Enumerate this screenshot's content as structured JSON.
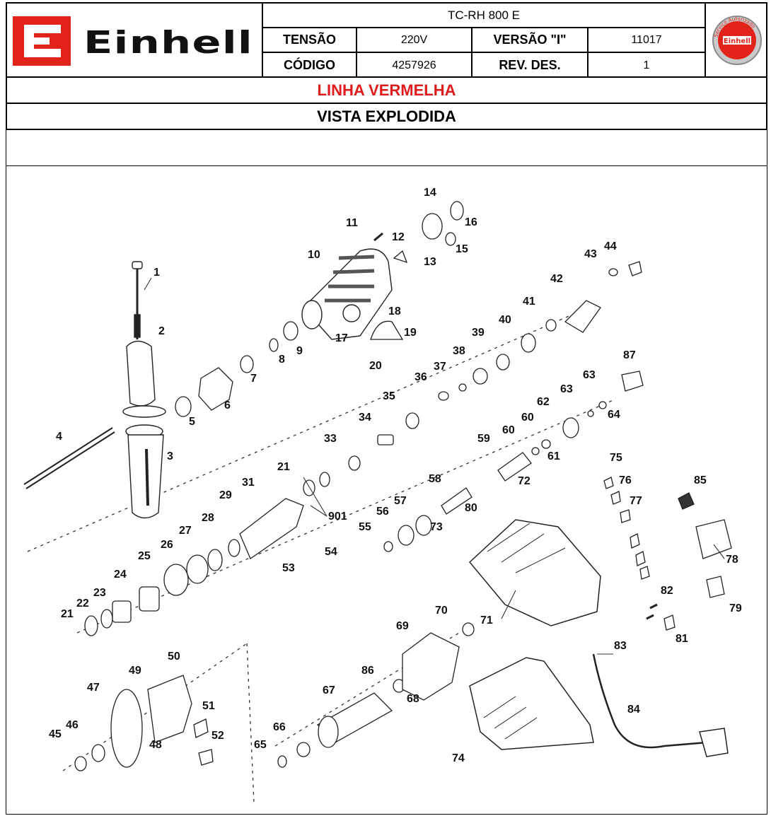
{
  "header": {
    "brand": "Einhell",
    "model": "TC-RH 800 E",
    "rows": [
      {
        "label1": "TENSÃO",
        "value1": "220V",
        "label2": "VERSÃO \"I\"",
        "value2": "11017"
      },
      {
        "label1": "CÓDIGO",
        "value1": "4257926",
        "label2": "REV. DES.",
        "value2": "1"
      }
    ],
    "badge_text": "Serviço Autorizado",
    "badge_brand": "Einhell"
  },
  "titles": {
    "line": "LINHA VERMELHA",
    "view": "VISTA EXPLODIDA"
  },
  "colors": {
    "brand_red": "#e2231a",
    "title_red": "#e01b1b"
  },
  "parts": [
    "1",
    "2",
    "3",
    "4",
    "5",
    "6",
    "7",
    "8",
    "9",
    "10",
    "11",
    "12",
    "13",
    "14",
    "15",
    "16",
    "17",
    "18",
    "19",
    "20",
    "21",
    "22",
    "23",
    "24",
    "25",
    "26",
    "27",
    "28",
    "29",
    "31",
    "33",
    "34",
    "35",
    "36",
    "37",
    "38",
    "39",
    "40",
    "41",
    "42",
    "43",
    "44",
    "45",
    "46",
    "47",
    "48",
    "49",
    "50",
    "51",
    "52",
    "53",
    "54",
    "55",
    "56",
    "57",
    "58",
    "59",
    "60",
    "61",
    "62",
    "63",
    "64",
    "65",
    "66",
    "67",
    "68",
    "69",
    "70",
    "71",
    "72",
    "73",
    "74",
    "75",
    "76",
    "77",
    "78",
    "79",
    "80",
    "81",
    "82",
    "83",
    "84",
    "85",
    "86",
    "87",
    "901"
  ]
}
